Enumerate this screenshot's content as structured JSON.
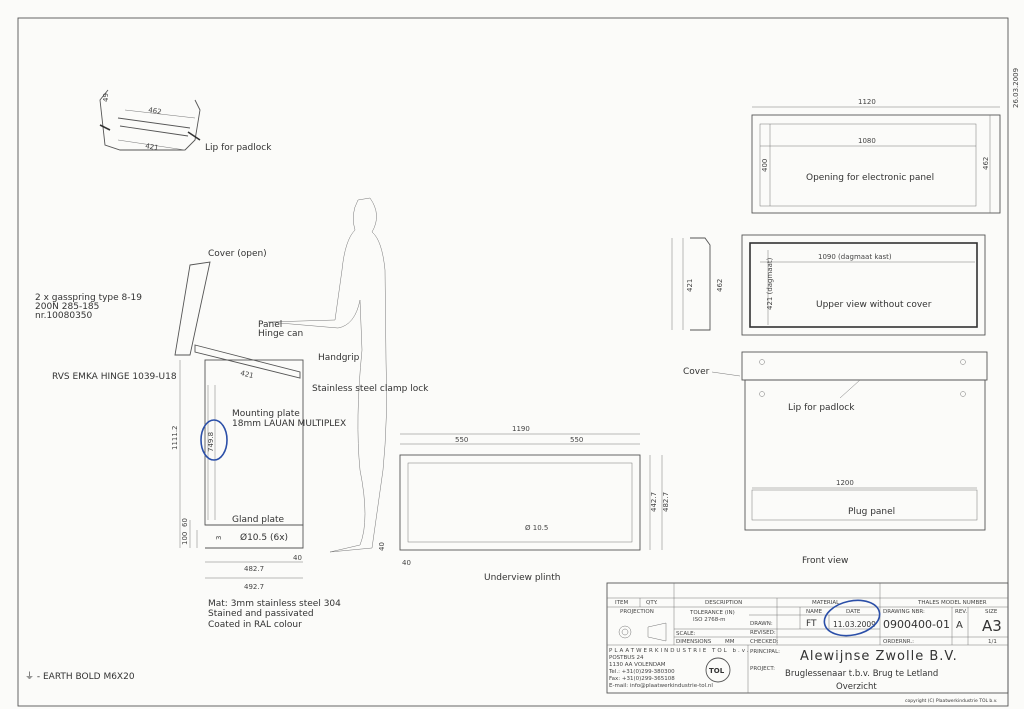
{
  "sheet_date": "26.03.2009",
  "top_detail": {
    "label": "Lip for padlock",
    "dims": [
      "462",
      "421",
      "49"
    ]
  },
  "side_view": {
    "cover_open": "Cover (open)",
    "gasspring": [
      "2 x gasspring type 8-19",
      "200N 285-185",
      "nr.10080350"
    ],
    "hinge": "RVS EMKA HINGE 1039-U18",
    "panel_hinge": [
      "Panel",
      "Hinge can"
    ],
    "handgrip": "Handgrip",
    "clamp_lock": "Stainless steel clamp lock",
    "mounting_plate": [
      "Mounting plate",
      "18mm LAUAN MULTIPLEX"
    ],
    "gland_plate": "Gland plate",
    "holes": "Ø10.5 (6x)",
    "dims": {
      "height": "1111.2",
      "inner": "749.8",
      "w_inner": "482.7",
      "w_outer": "492.7",
      "d100": "100",
      "d60": "60",
      "d3": "3",
      "d40": "40",
      "d421": "421"
    },
    "material": [
      "Mat: 3mm stainless steel 304",
      "Stained and passivated",
      "Coated in RAL colour"
    ]
  },
  "plinth": {
    "title": "Underview plinth",
    "dims": {
      "width": "1190",
      "left": "550",
      "right": "550",
      "depth_inner": "442.7",
      "depth_outer": "482.7",
      "hole": "Ø 10.5",
      "d40a": "40",
      "d40b": "40"
    }
  },
  "opening_view": {
    "label": "Opening for electronic panel",
    "dims": {
      "outer": "1120",
      "inner": "1080",
      "height": "400",
      "outer_h": "462"
    }
  },
  "upper_view": {
    "label": "Upper view without cover",
    "dims": {
      "width": "1090 (dagmaat kast)",
      "height": "421 (dagmaat)",
      "sec_a": "421",
      "sec_b": "462"
    }
  },
  "front_view": {
    "title": "Front view",
    "cover": "Cover",
    "lip": "Lip for padlock",
    "width": "1200",
    "plug": "Plug panel"
  },
  "earth": "⏚ - EARTH BOLD M6X20",
  "title_block": {
    "headers": {
      "item": "ITEM",
      "qty": "QTY.",
      "description": "DESCRIPTION",
      "material": "MATERIAL",
      "model": "THALES MODEL NUMBER"
    },
    "projection": "PROJECTION",
    "tolerance": "TOLERANCE (IN)",
    "tolerance_std": "ISO 2768-m",
    "scale": "SCALE:",
    "dimensions": "DIMENSIONS",
    "dimensions_unit": "MM",
    "name": "NAME",
    "date": "DATE",
    "drawn": "DRAWN:",
    "revised": "REVISED:",
    "checked": "CHECKED:",
    "drawn_name": "FT",
    "drawn_date": "11.03.2009",
    "drawing_nbr_label": "DRAWING NBR:",
    "drawing_nbr": "0900400-01",
    "rev_label": "REV.",
    "rev": "A",
    "size_label": "SIZE",
    "size": "A3",
    "order_label": "ORDERNR.:",
    "sheet": "1/1",
    "company": "PLAATWERKINDUSTRIE TOL b.v.",
    "address": [
      "POSTBUS 24",
      "1130 AA VOLENDAM",
      "Tel.: +31(0)299-380300",
      "Fax: +31(0)299-365108",
      "E-mail: info@plaatwerkindustrie-tol.nl"
    ],
    "logo": "TOL",
    "principal_label": "PRINCIPAL:",
    "principal": "Alewijnse Zwolle B.V.",
    "project_label": "PROJECT:",
    "project": "Bruglessenaar t.b.v. Brug te Letland",
    "subtitle": "Overzicht",
    "copyright": "copyright (C) Plaatwerkindustrie TOL b.v."
  }
}
